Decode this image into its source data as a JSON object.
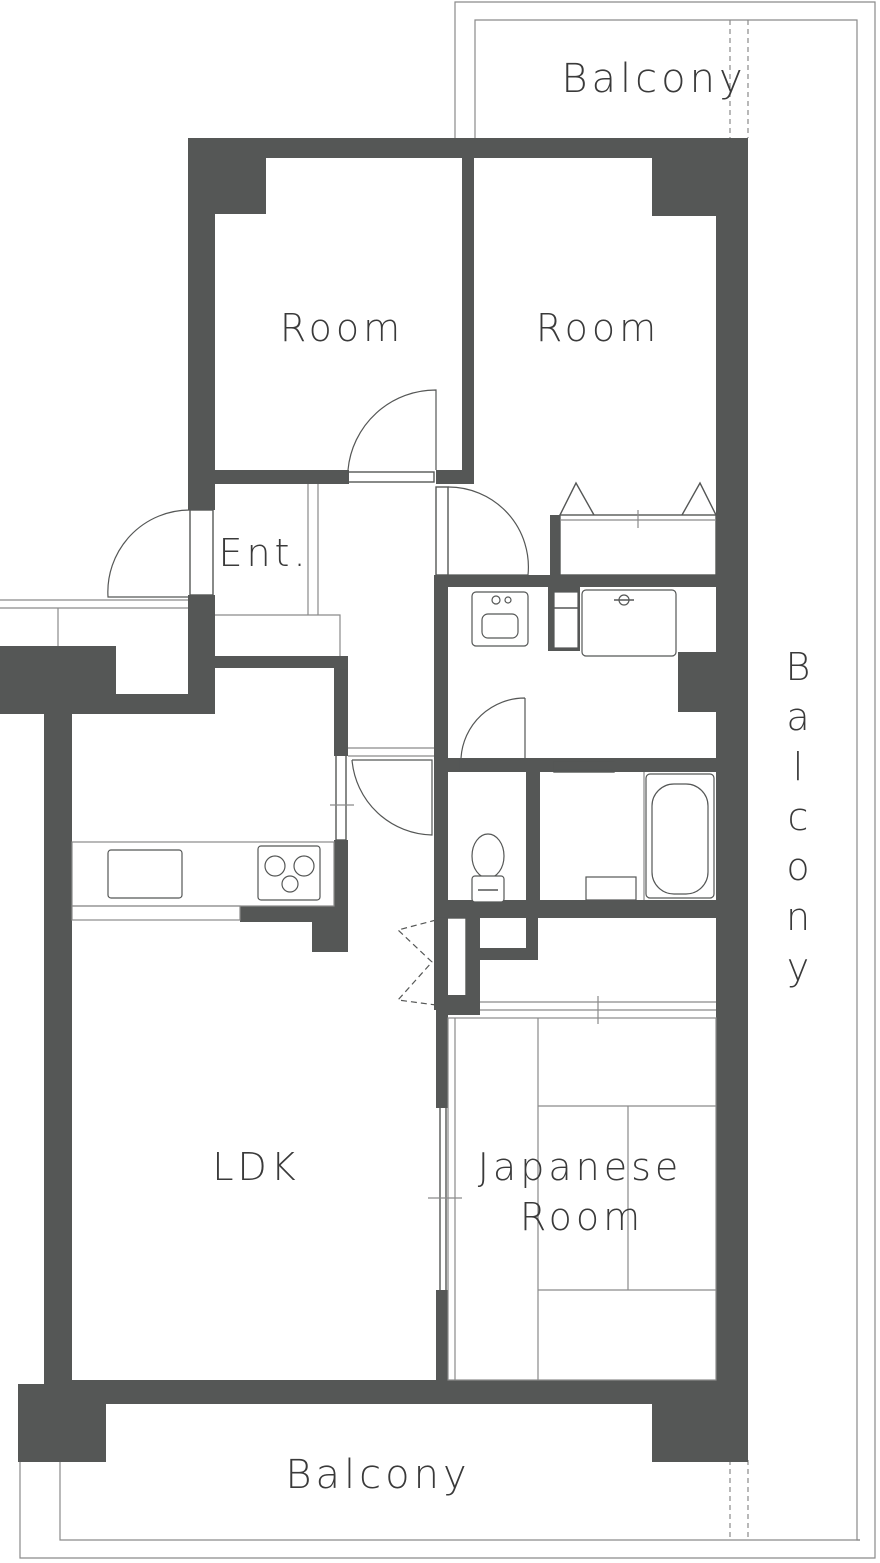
{
  "rooms": {
    "balcony_top": "Balcony",
    "room_left": "Room",
    "room_right": "Room",
    "entrance": "Ent.",
    "balcony_right": "Balcony",
    "ldk": "LDK",
    "japanese_room_line1": "Japanese",
    "japanese_room_line2": "Room",
    "balcony_bottom": "Balcony"
  },
  "colors": {
    "wall": "#555756",
    "line": "#8a8a8a",
    "background": "#ffffff",
    "text": "#3a3a3a"
  }
}
